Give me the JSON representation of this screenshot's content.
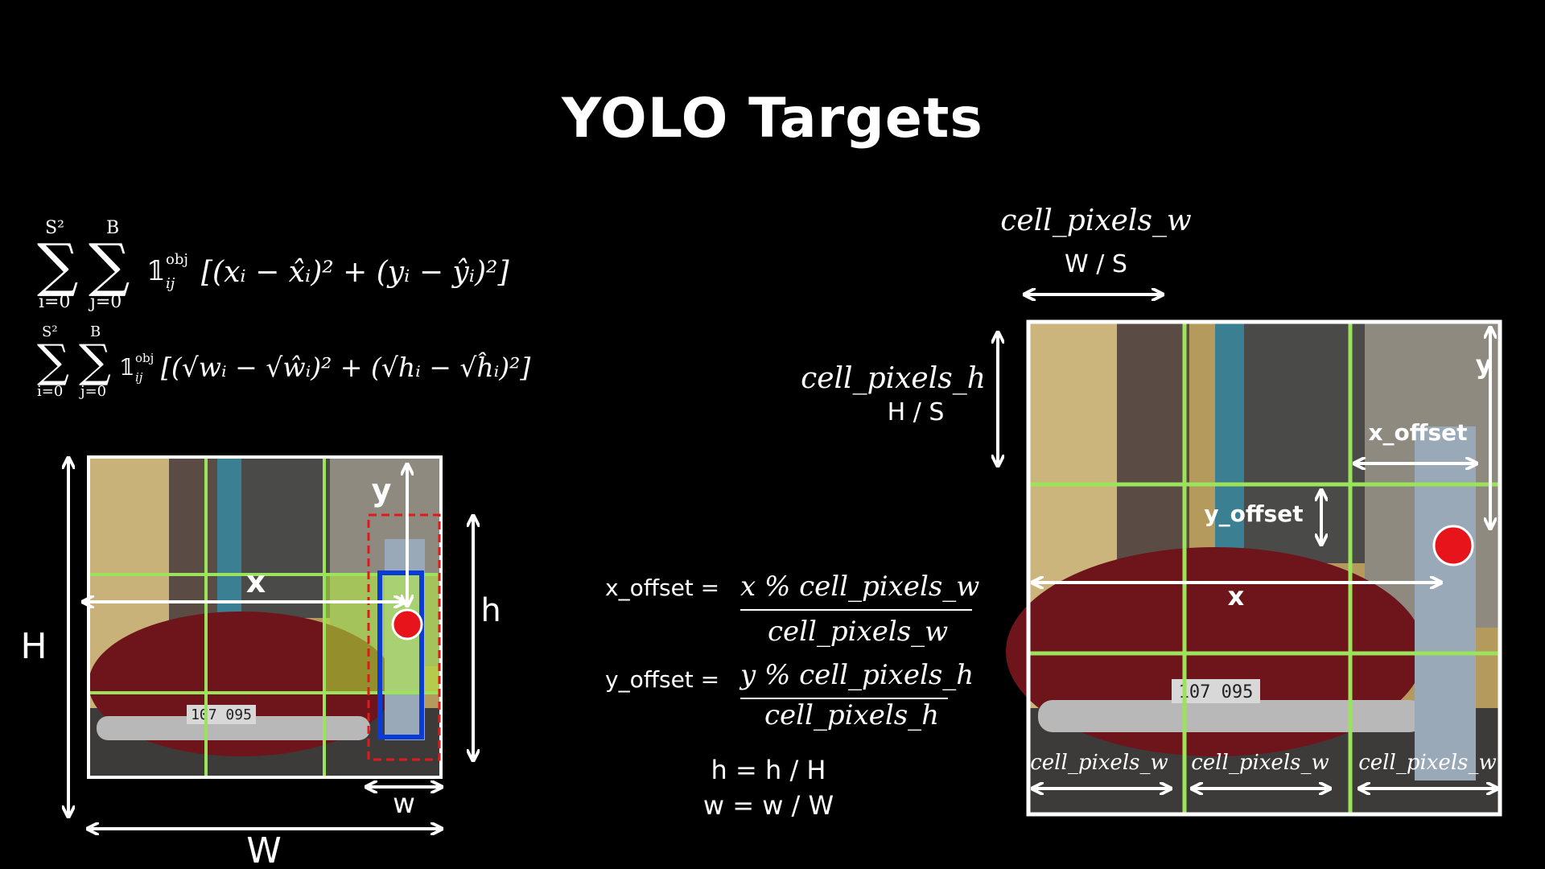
{
  "title": "YOLO Targets",
  "loss": {
    "line1": "∑ᵢ₌₀^S² ∑ⱼ₌₀^B 𝟙ᵢⱼ^obj [ (xᵢ − x̂ᵢ)² + (yᵢ − ŷᵢ)² ]",
    "line2": "∑ᵢ₌₀^S² ∑ⱼ₌₀^B 𝟙ᵢⱼ^obj [ (√wᵢ − √ŵᵢ)² + (√hᵢ − √ĥᵢ)² ]",
    "sum_sym": "∑",
    "sum1_upper": "S²",
    "sum1_lower": "i=0",
    "sum2_upper": "B",
    "sum2_lower": "j=0",
    "indicator": "𝟙",
    "indicator_sup": "obj",
    "indicator_sub": "ij",
    "term1": "[(xᵢ − x̂ᵢ)² + (yᵢ − ŷᵢ)²]",
    "term2": "[(√wᵢ − √ŵᵢ)² + (√hᵢ − √ĥᵢ)²]"
  },
  "left_diagram": {
    "label_H": "H",
    "label_W": "W",
    "label_x": "x",
    "label_y": "y",
    "label_h": "h",
    "label_w": "w",
    "plate": "107 095"
  },
  "formulas": {
    "x_offset_lhs": "x_offset =",
    "x_offset_num": "x % cell_pixels_w",
    "x_offset_den": "cell_pixels_w",
    "y_offset_lhs": "y_offset =",
    "y_offset_num": "y % cell_pixels_h",
    "y_offset_den": "cell_pixels_h",
    "h_norm": "h = h / H",
    "w_norm": "w = w / W"
  },
  "right_diagram": {
    "cell_w_label": "cell_pixels_w",
    "cell_w_expr": "W / S",
    "cell_h_label": "cell_pixels_h",
    "cell_h_expr": "H / S",
    "label_y": "y",
    "label_x": "x",
    "x_offset": "x_offset",
    "y_offset": "y_offset",
    "bottom_labels": [
      "cell_pixels_w",
      "cell_pixels_w",
      "cell_pixels_w"
    ],
    "plate": "107 095"
  },
  "colors": {
    "grid": "#9be35a",
    "dot": "#e8141b",
    "blue_box": "#0b3bd6",
    "red_box": "#e01a1a",
    "car": "#7a1a20",
    "background": "#000000"
  }
}
